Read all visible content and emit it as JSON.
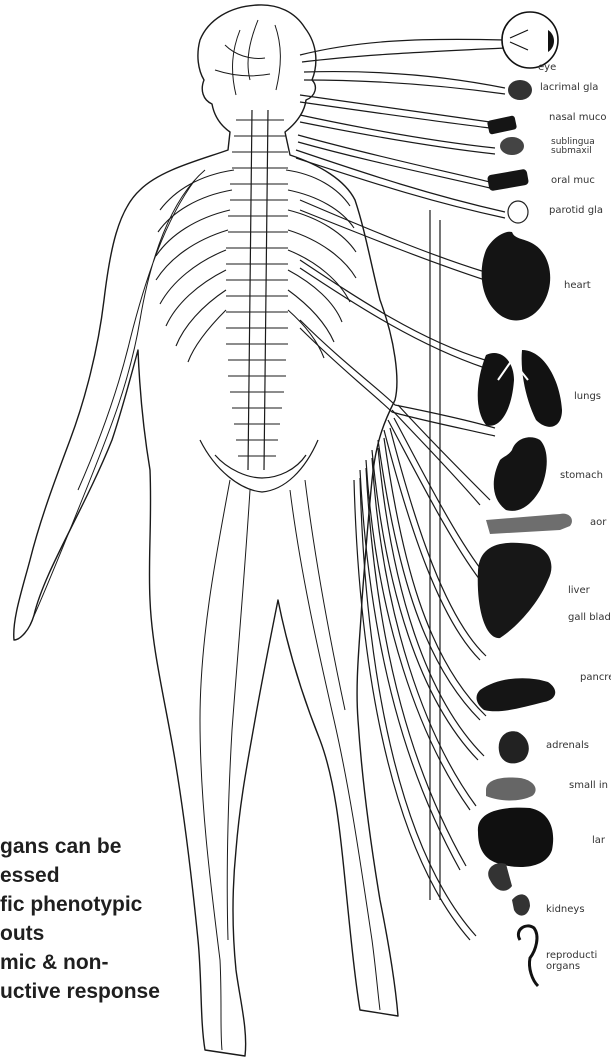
{
  "organ_labels": {
    "eye": "eye",
    "lacrimal": "lacrimal gla",
    "nasal": "nasal muco",
    "sublingual_1": "sublingua",
    "sublingual_2": "submaxil",
    "oral": "oral muc",
    "parotid": "parotid gla",
    "heart": "heart",
    "lungs": "lungs",
    "stomach": "stomach",
    "aorta": "aor",
    "liver": "liver",
    "gallbladder": "gall blad",
    "pancreas": "pancre",
    "adrenals": "adrenals",
    "small_intestine": "small in",
    "large_intestine": "lar",
    "kidneys": "kidneys",
    "reproductive_1": "reproducti",
    "reproductive_2": "organs"
  },
  "overlay_text": [
    "gans can be",
    "essed",
    "fic phenotypic",
    "outs",
    "mic & non-",
    "uctive response"
  ],
  "colors": {
    "ink": "#1a1a1a",
    "body_fill": "#ffffff",
    "organ_dark": "#151515",
    "aorta": "#6e6e6e",
    "text": "#1f1f1f"
  }
}
